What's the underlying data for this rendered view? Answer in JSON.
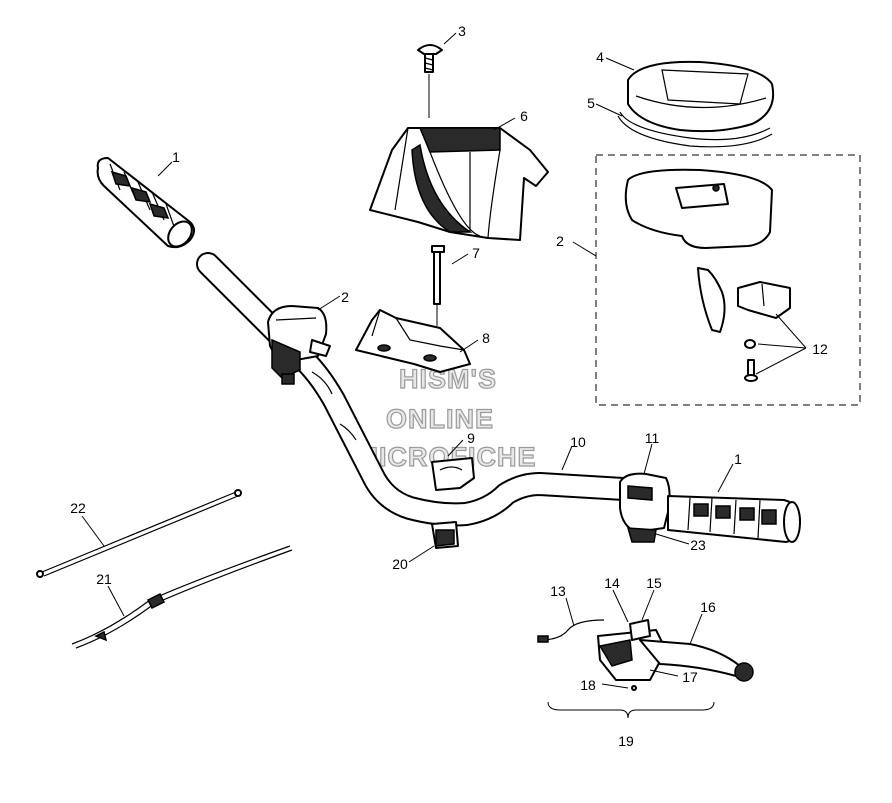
{
  "watermark": {
    "line1": "HISM'S",
    "line2": "ONLINE",
    "line3": "MICROFICHE"
  },
  "callouts": {
    "c1a": "1",
    "c1b": "1",
    "c2a": "2",
    "c2b": "2",
    "c3": "3",
    "c4": "4",
    "c5": "5",
    "c6": "6",
    "c7": "7",
    "c8": "8",
    "c9": "9",
    "c10": "10",
    "c11": "11",
    "c12": "12",
    "c13": "13",
    "c14": "14",
    "c15": "15",
    "c16": "16",
    "c17": "17",
    "c18": "18",
    "c19": "19",
    "c20": "20",
    "c21": "21",
    "c22": "22",
    "c23": "23"
  }
}
